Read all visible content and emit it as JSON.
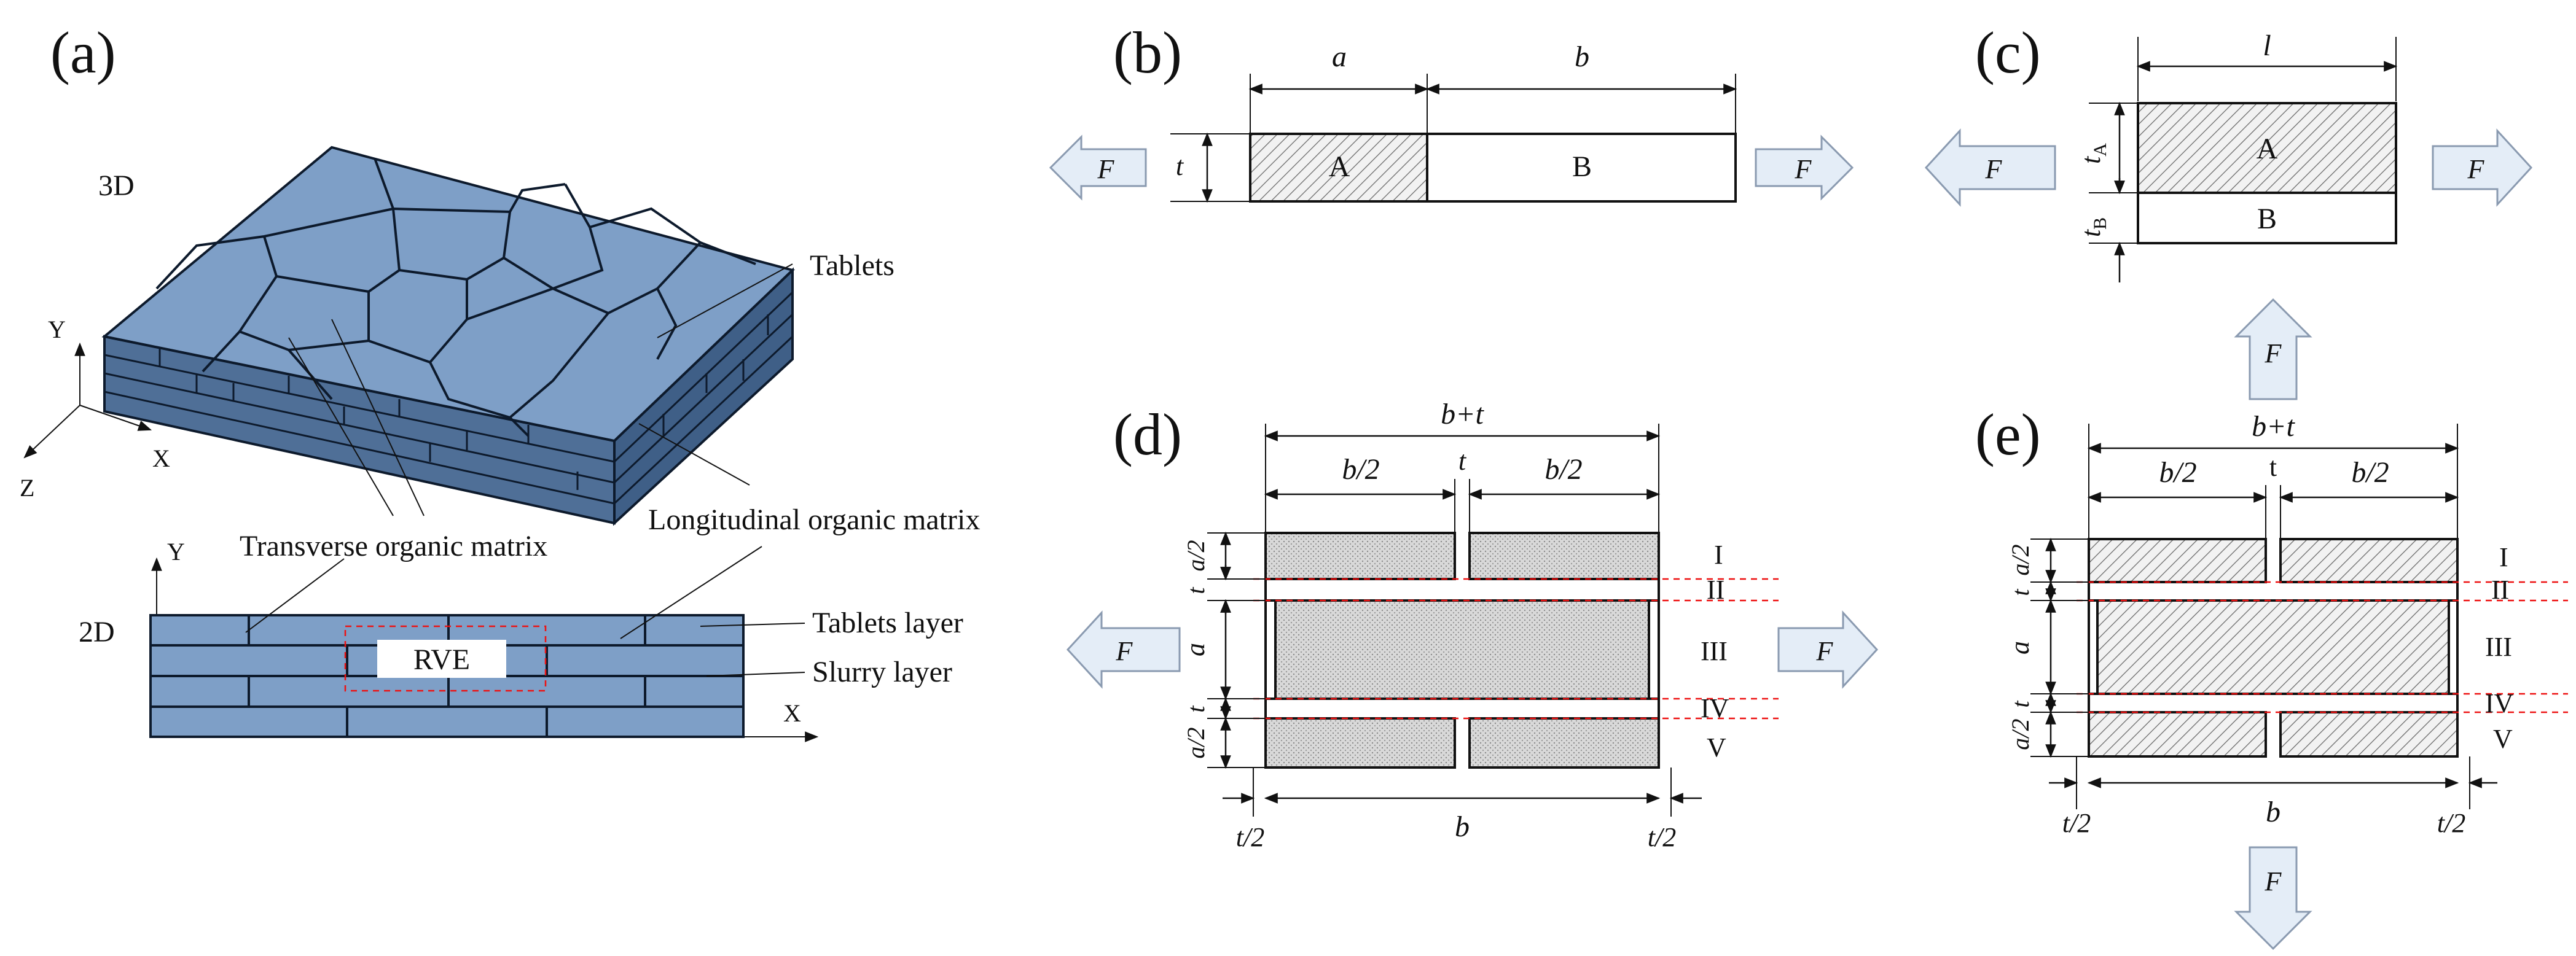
{
  "panels": {
    "a": {
      "label": "(a)",
      "view3d": "3D",
      "view2d": "2D",
      "axis_y": "Y",
      "axis_x": "X",
      "axis_z": "Z",
      "axis2d_y": "Y",
      "axis2d_x": "X",
      "tablets": "Tablets",
      "transverse": "Transverse organic matrix",
      "longitudinal": "Longitudinal organic matrix",
      "tablets_layer": "Tablets layer",
      "slurry_layer": "Slurry layer",
      "rve": "RVE"
    },
    "b": {
      "label": "(b)",
      "dim_a": "a",
      "dim_b": "b",
      "dim_t": "t",
      "block_a": "A",
      "block_b": "B",
      "force_left": "F",
      "force_right": "F"
    },
    "c": {
      "label": "(c)",
      "dim_l": "l",
      "dim_tA": "t",
      "dim_tA_sub": "A",
      "dim_tB": "t",
      "dim_tB_sub": "B",
      "block_a": "A",
      "block_b": "B",
      "force_left": "F",
      "force_right": "F",
      "force_bottom": "F"
    },
    "d": {
      "label": "(d)",
      "dim_top": "b+t",
      "dim_half_left": "b/2",
      "dim_gap": "t",
      "dim_half_right": "b/2",
      "dim_a_half_top": "a/2",
      "dim_t_top": "t",
      "dim_a": "a",
      "dim_t_bottom": "t",
      "dim_a_half_bottom": "a/2",
      "dim_bottom": "b",
      "dim_t2_left": "t/2",
      "dim_t2_right": "t/2",
      "region_1": "I",
      "region_2": "II",
      "region_3": "III",
      "region_4": "IV",
      "region_5": "V",
      "force_left": "F",
      "force_right": "F"
    },
    "e": {
      "label": "(e)",
      "dim_top": "b+t",
      "dim_half_left": "b/2",
      "dim_gap": "t",
      "dim_half_right": "b/2",
      "dim_a_half_top": "a/2",
      "dim_t_top": "t",
      "dim_a": "a",
      "dim_t_bottom": "t",
      "dim_a_half_bottom": "a/2",
      "dim_bottom": "b",
      "dim_t2_left": "t/2",
      "dim_t2_right": "t/2",
      "region_1": "I",
      "region_2": "II",
      "region_3": "III",
      "region_4": "IV",
      "region_5": "V",
      "force_top": "F",
      "force_bottom": "F"
    }
  },
  "colors": {
    "tablet_fill": "#7e9fc7",
    "tablet_edge": "#0d1a2c",
    "side_fill": "#4f6f97",
    "force_arrow": "#e4edf7",
    "rve_box": "#e11"
  }
}
